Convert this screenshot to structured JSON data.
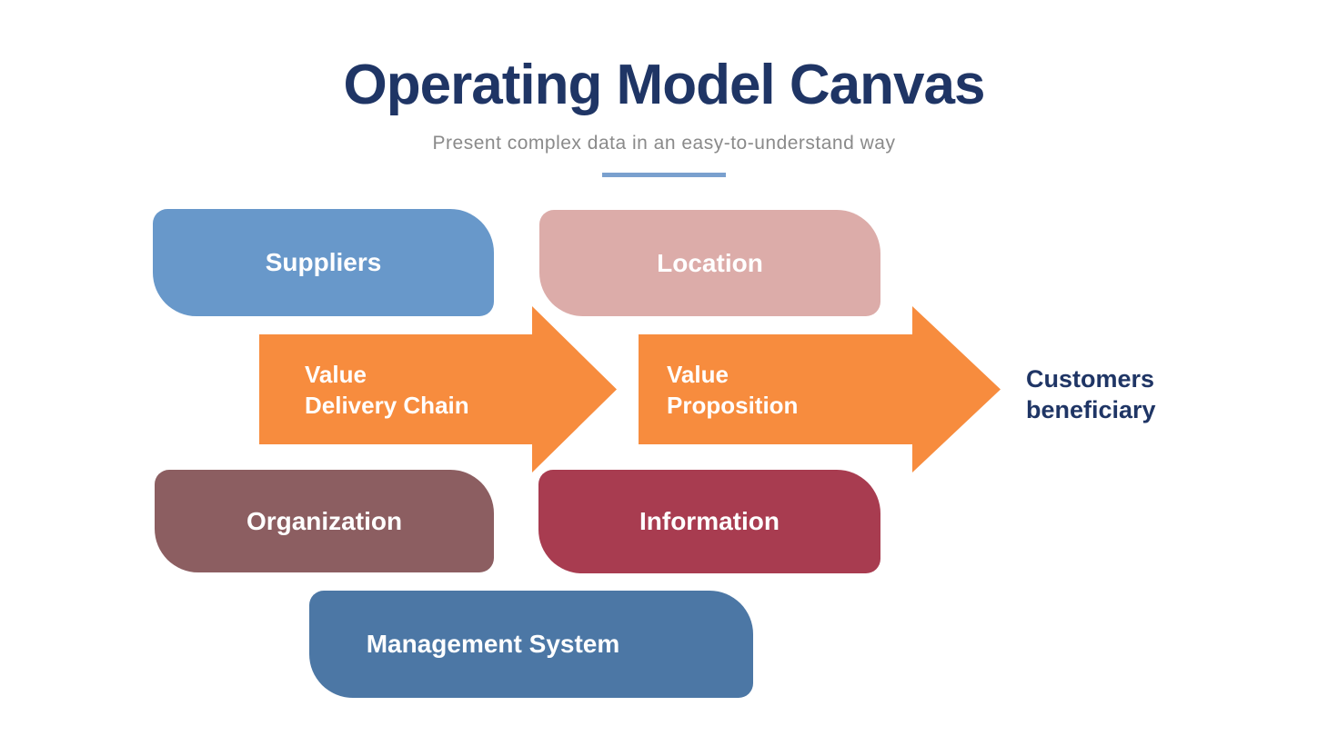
{
  "slide": {
    "title": "Operating Model Canvas",
    "subtitle": "Present complex data in an easy-to-understand way"
  },
  "colors": {
    "title_navy": "#1F3565",
    "subtitle_gray": "#8A8A8A",
    "underline_blue": "#7AA0CE",
    "suppliers_blue": "#6898CA",
    "location_pink": "#DCACA9",
    "arrow_orange": "#F78C3E",
    "organization_mauve": "#8C5E61",
    "information_red": "#A83C50",
    "management_blue": "#4C77A5",
    "shape_text_white": "#FFFFFF"
  },
  "blocks": [
    {
      "id": "suppliers",
      "label": "Suppliers",
      "color": "#6898CA"
    },
    {
      "id": "location",
      "label": "Location",
      "color": "#DCACA9"
    },
    {
      "id": "organization",
      "label": "Organization",
      "color": "#8C5E61"
    },
    {
      "id": "information",
      "label": "Information",
      "color": "#A83C50"
    },
    {
      "id": "management-system",
      "label": "Management System",
      "color": "#4C77A5"
    }
  ],
  "arrows": [
    {
      "id": "value-delivery-chain",
      "lines": [
        "Value",
        "Delivery Chain"
      ],
      "color": "#F78C3E"
    },
    {
      "id": "value-proposition",
      "lines": [
        "Value",
        "Proposition"
      ],
      "color": "#F78C3E"
    }
  ],
  "outcome": {
    "lines": [
      "Customers",
      "beneficiary"
    ]
  }
}
